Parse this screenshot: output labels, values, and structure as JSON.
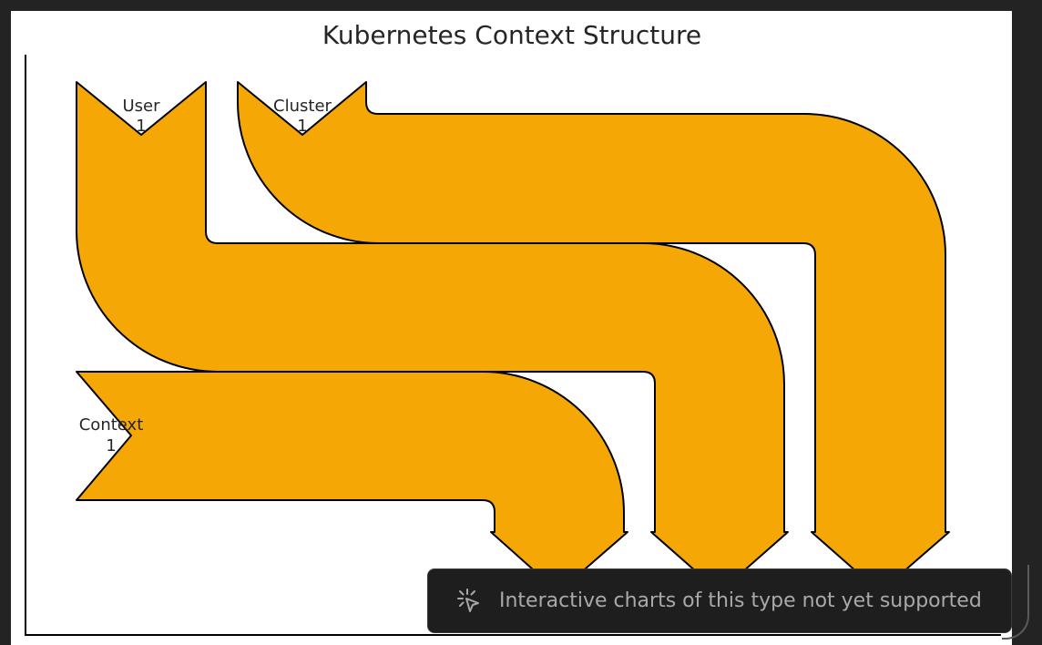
{
  "app": {
    "accent_color": "#f5a805",
    "background_color": "#ffffff"
  },
  "chart_data": {
    "type": "sankey",
    "title": "Kubernetes Context Structure",
    "nodes": [
      {
        "name": "User",
        "value": "1",
        "role": "input"
      },
      {
        "name": "Cluster",
        "value": "1",
        "role": "input"
      },
      {
        "name": "Context",
        "value": "1",
        "role": "input"
      }
    ],
    "flows": [
      {
        "source": "Context",
        "output_index": 1,
        "value": 1
      },
      {
        "source": "User",
        "output_index": 2,
        "value": 1
      },
      {
        "source": "Cluster",
        "output_index": 3,
        "value": 1
      }
    ],
    "flow_color": "#f5a805",
    "grid": false,
    "legend": "none"
  },
  "toast": {
    "icon": "sparkle-cursor-icon",
    "message": "Interactive charts of this type not yet supported"
  }
}
